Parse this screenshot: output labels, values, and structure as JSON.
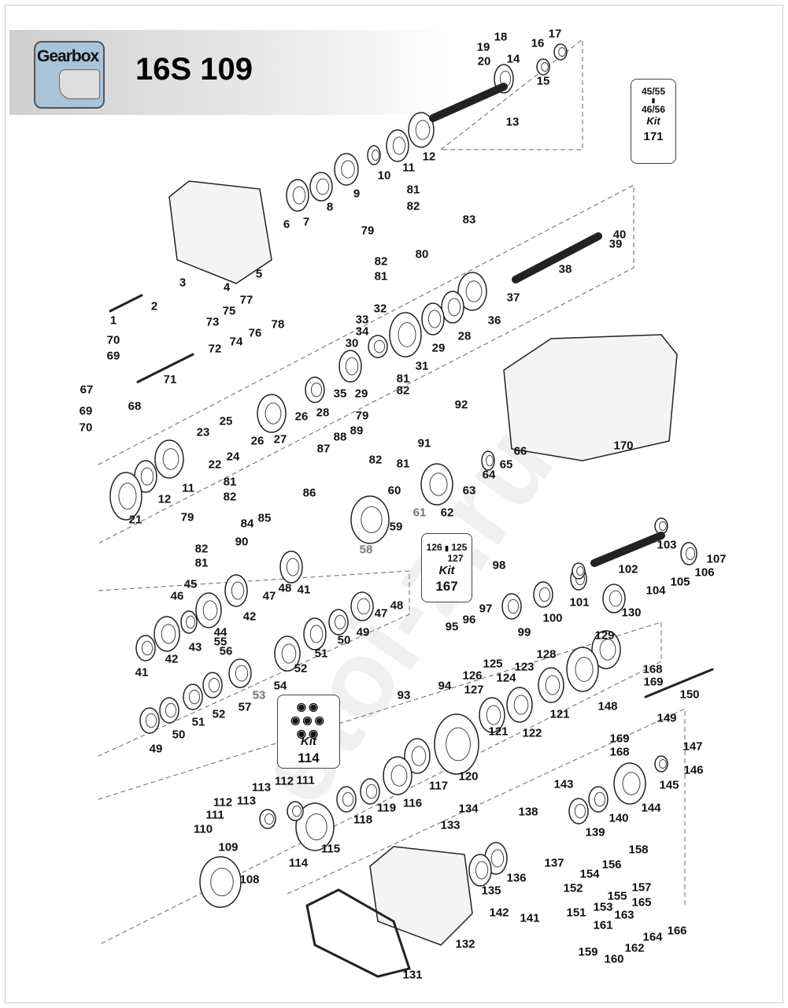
{
  "header": {
    "logo_text": "Gearbox",
    "title": "16S 109"
  },
  "watermark": "etoi-z.ru",
  "kits": {
    "k171": {
      "line1": "45/55",
      "line2": "46/56",
      "kit": "Kit",
      "number": "171"
    },
    "k167": {
      "a": "126",
      "b": "125",
      "c": "127",
      "kit": "Kit",
      "number": "167"
    },
    "k114": {
      "kit": "Kit",
      "number": "114"
    }
  },
  "labels": [
    "18",
    "19",
    "20",
    "14",
    "16",
    "17",
    "15",
    "13",
    "12",
    "11",
    "10",
    "9",
    "8",
    "7",
    "6",
    "5",
    "4",
    "3",
    "2",
    "1",
    "81",
    "82",
    "83",
    "79",
    "80",
    "82",
    "81",
    "40",
    "39",
    "38",
    "37",
    "36",
    "28",
    "29",
    "31",
    "30",
    "33",
    "34",
    "32",
    "29",
    "35",
    "28",
    "26",
    "27",
    "26",
    "25",
    "24",
    "23",
    "22",
    "11",
    "12",
    "21",
    "77",
    "75",
    "76",
    "78",
    "73",
    "74",
    "72",
    "70",
    "69",
    "71",
    "67",
    "68",
    "69",
    "70",
    "81",
    "82",
    "92",
    "79",
    "91",
    "88",
    "89",
    "87",
    "82",
    "81",
    "81",
    "82",
    "86",
    "79",
    "84",
    "85",
    "90",
    "82",
    "81",
    "66",
    "65",
    "64",
    "63",
    "62",
    "60",
    "61",
    "59",
    "58",
    "170",
    "98",
    "103",
    "107",
    "106",
    "105",
    "104",
    "102",
    "101",
    "100",
    "99",
    "130",
    "97",
    "96",
    "95",
    "94",
    "93",
    "45",
    "46",
    "48",
    "41",
    "47",
    "42",
    "44",
    "43",
    "41",
    "42",
    "55",
    "56",
    "53",
    "54",
    "52",
    "51",
    "50",
    "49",
    "47",
    "48",
    "57",
    "52",
    "51",
    "50",
    "49",
    "129",
    "128",
    "168",
    "169",
    "150",
    "125",
    "126",
    "123",
    "124",
    "127",
    "148",
    "121",
    "149",
    "122",
    "121",
    "169",
    "168",
    "147",
    "146",
    "145",
    "143",
    "144",
    "140",
    "139",
    "138",
    "137",
    "136",
    "135",
    "134",
    "133",
    "120",
    "117",
    "116",
    "119",
    "118",
    "115",
    "114",
    "113",
    "112",
    "111",
    "112",
    "113",
    "111",
    "110",
    "109",
    "108",
    "158",
    "154",
    "156",
    "157",
    "152",
    "155",
    "153",
    "151",
    "163",
    "165",
    "161",
    "164",
    "166",
    "159",
    "160",
    "162",
    "142",
    "141",
    "132",
    "131"
  ]
}
